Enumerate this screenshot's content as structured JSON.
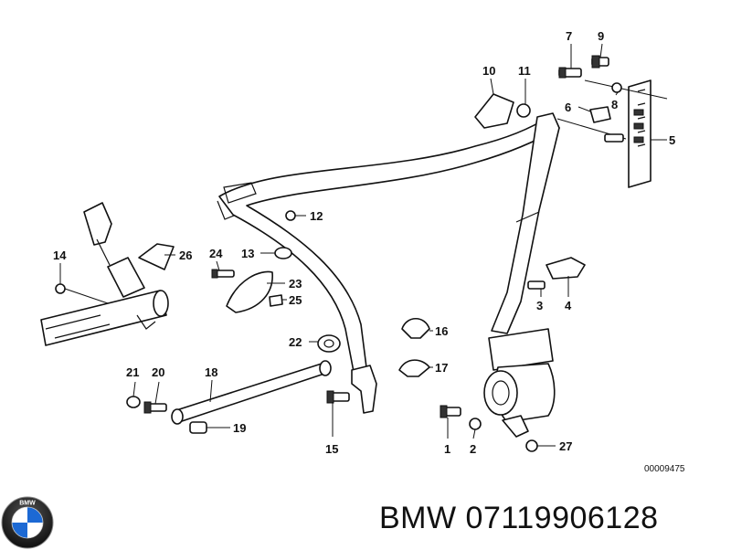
{
  "diagram": {
    "ref_number": "00009475",
    "callouts": [
      "1",
      "2",
      "3",
      "4",
      "5",
      "6",
      "7",
      "8",
      "9",
      "10",
      "11",
      "12",
      "13",
      "14",
      "15",
      "16",
      "17",
      "18",
      "19",
      "20",
      "21",
      "22",
      "23",
      "24",
      "25",
      "26",
      "27"
    ]
  },
  "footer": {
    "brand": "BMW",
    "part_number": "07119906128",
    "logo_letters": "BMW"
  },
  "colors": {
    "line": "#111111",
    "background": "#ffffff",
    "logo_blue": "#1c69d4"
  }
}
